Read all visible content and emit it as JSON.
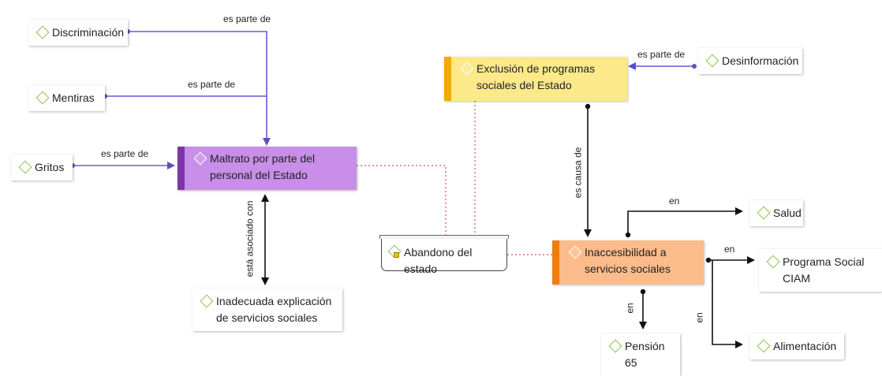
{
  "nodes": {
    "discriminacion": "Discriminación",
    "mentiras": "Mentiras",
    "gritos": "Gritos",
    "maltrato": "Maltrato por parte del personal del Estado",
    "inadecuada": "Inadecuada explicación de servicios sociales",
    "abandono": "Abandono del estado",
    "exclusion": "Exclusión de programas sociales del Estado",
    "desinformacion": "Desinformación",
    "inaccesibilidad": "Inaccesibilidad a servicios sociales",
    "salud": "Salud",
    "programa_ciam": "Programa Social CIAM",
    "alimentacion": "Alimentación",
    "pension65": "Pensión 65"
  },
  "edge_labels": {
    "discriminacion_maltrato": "es parte de",
    "mentiras_maltrato": "es parte de",
    "gritos_maltrato": "es parte de",
    "maltrato_inadecuada": "está asociado con",
    "desinformacion_exclusion": "es parte de",
    "exclusion_inaccesibilidad": "es causa de",
    "inaccesibilidad_salud": "en",
    "inaccesibilidad_ciam": "en",
    "inaccesibilidad_alimentacion": "en",
    "inaccesibilidad_pension65": "en"
  },
  "colors": {
    "part_of_edge": "#6a5acd",
    "black_edge": "#111111",
    "dotted_link": "#d9534f",
    "code_icon": "#8bc34a",
    "purple_fill": "#c88ee8",
    "yellow_fill": "#fbe98a",
    "orange_fill": "#fbbb8a"
  }
}
